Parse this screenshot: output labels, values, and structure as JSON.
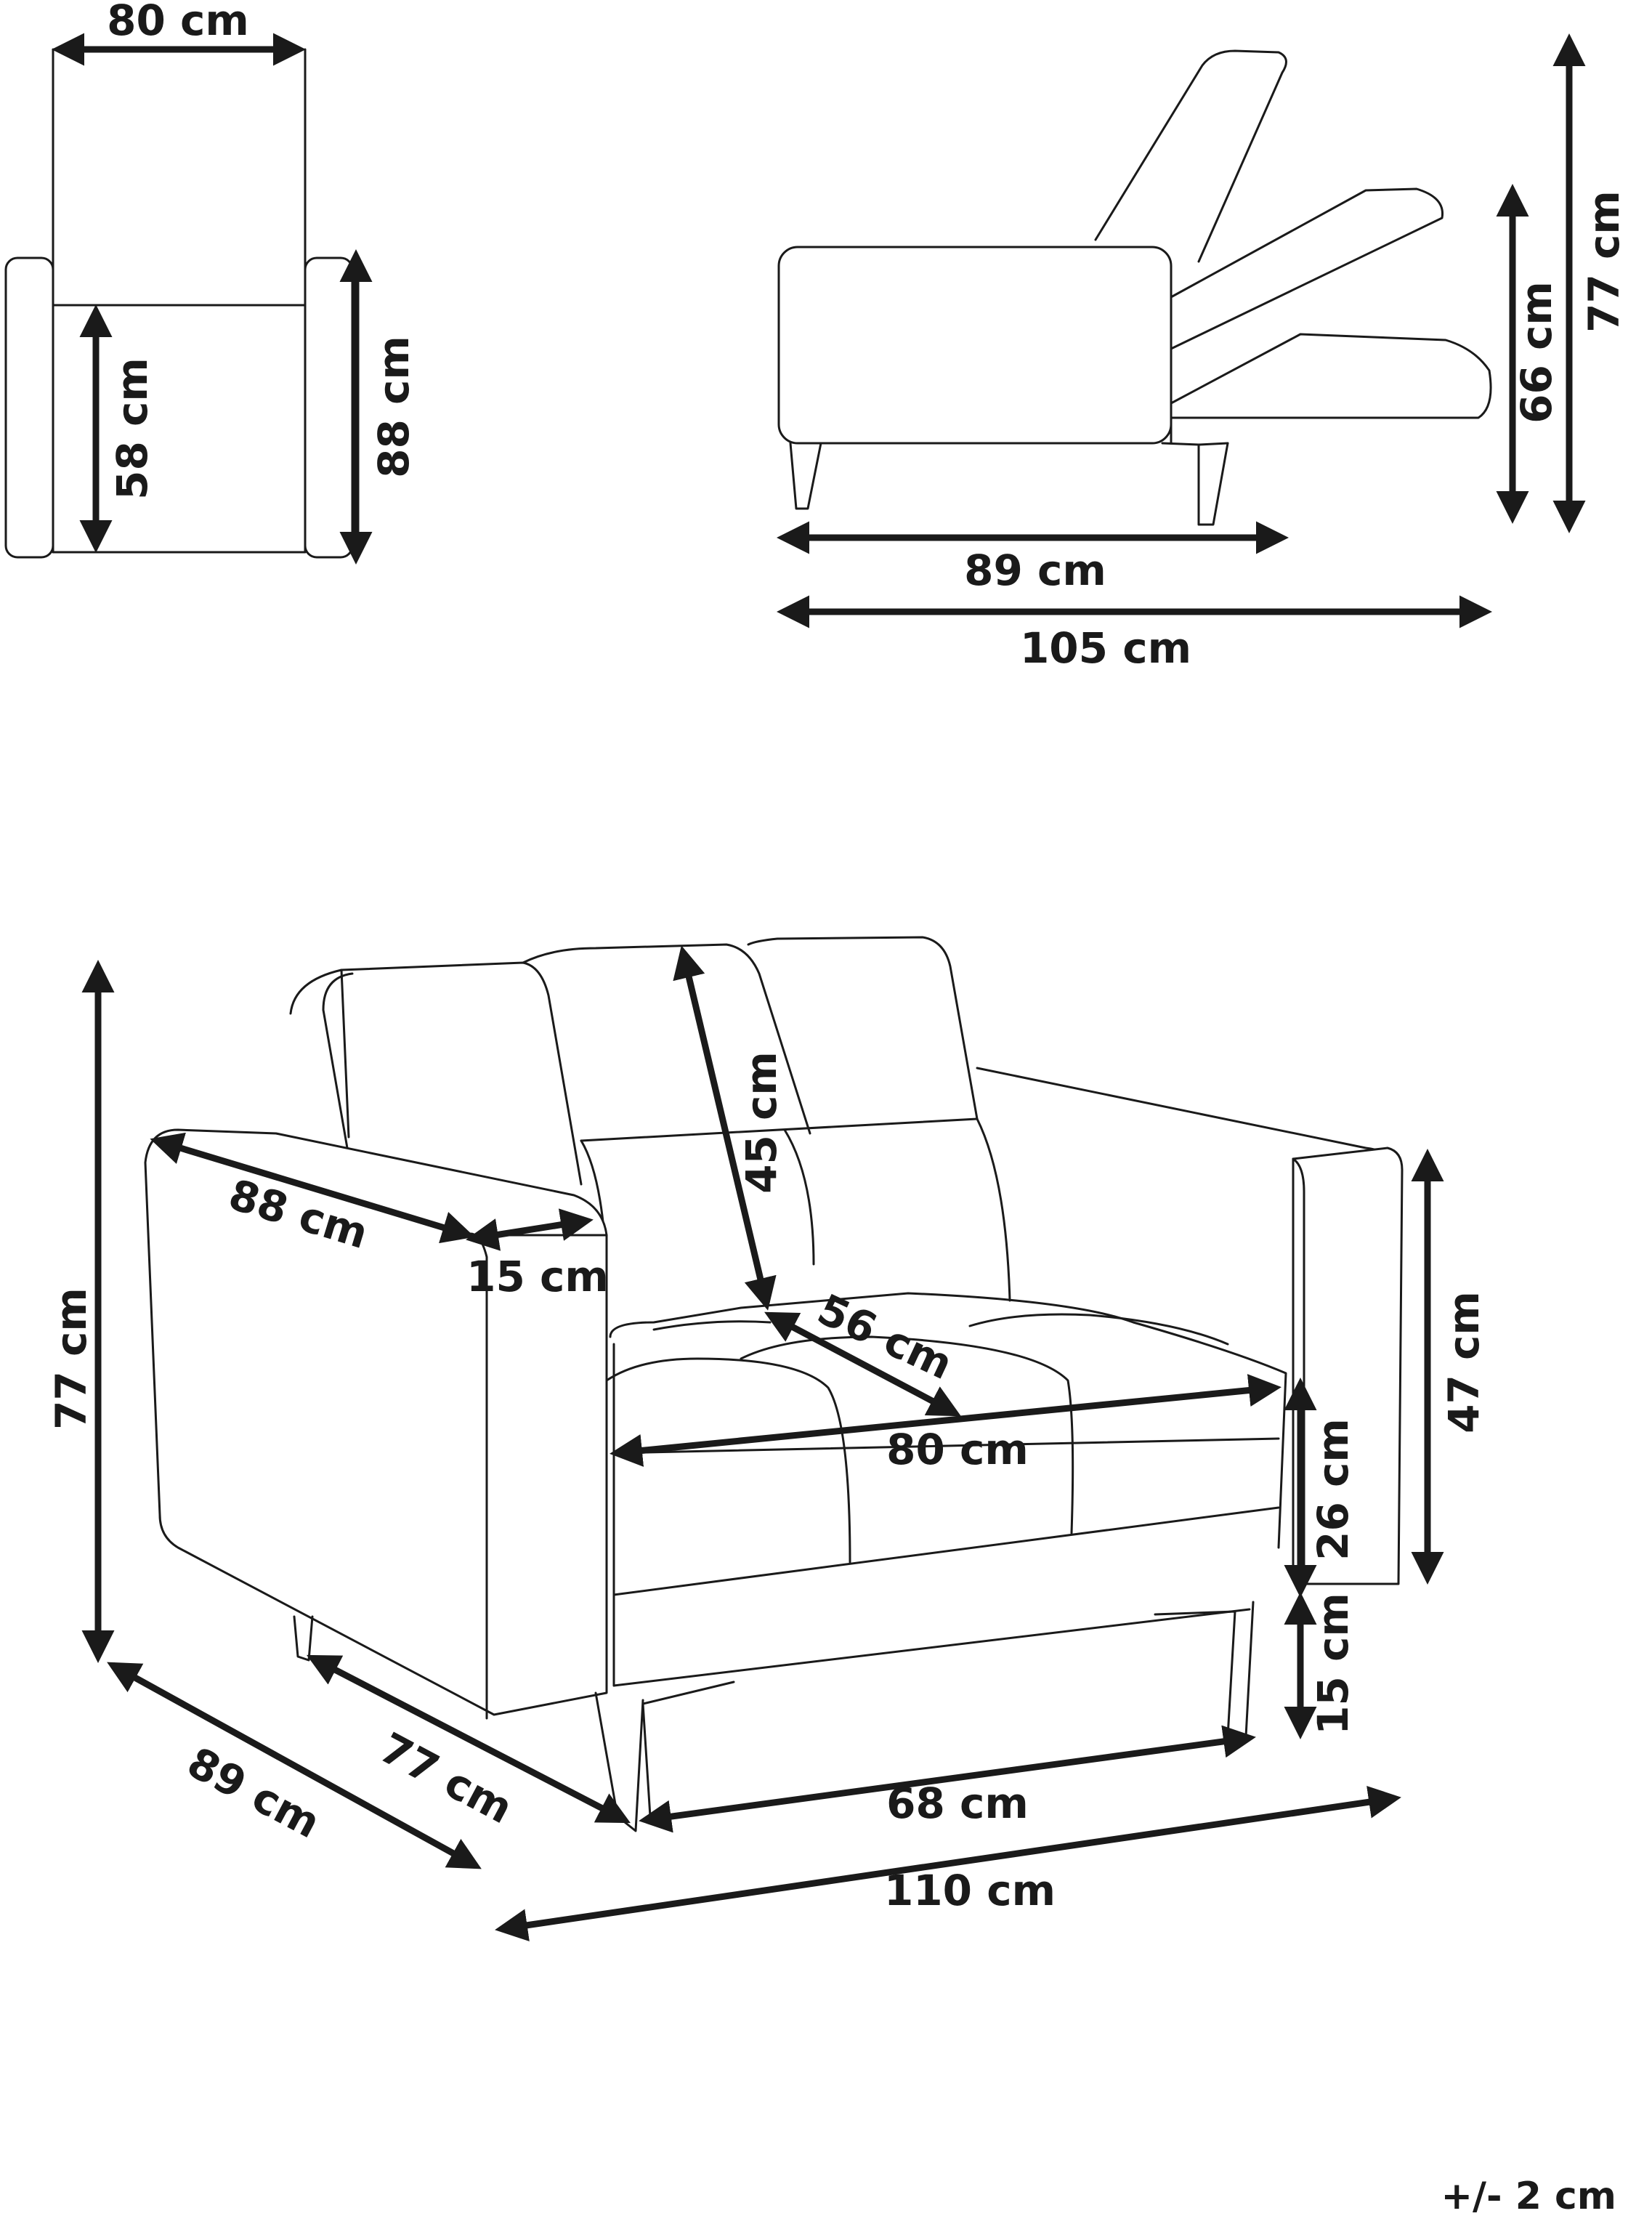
{
  "top_view": {
    "width_label": "80 cm",
    "seat_depth_label": "58 cm",
    "total_depth_label": "88 cm"
  },
  "side_view": {
    "depth_label": "89 cm",
    "extended_depth_label": "105 cm",
    "reclined_height_label": "66 cm",
    "total_height_label": "77 cm"
  },
  "front_view": {
    "total_height_label": "77 cm",
    "armrest_length_label": "88 cm",
    "armrest_width_label": "15 cm",
    "backrest_height_label": "45 cm",
    "seat_depth_label": "56 cm",
    "seat_width_label": "80 cm",
    "seat_height_label": "26 cm",
    "arm_height_label": "47 cm",
    "leg_height_label": "15 cm",
    "depth_label": "89 cm",
    "inner_depth_label": "77 cm",
    "inner_width_label": "68 cm",
    "total_width_label": "110 cm"
  },
  "tolerance_label": "+/- 2 cm"
}
